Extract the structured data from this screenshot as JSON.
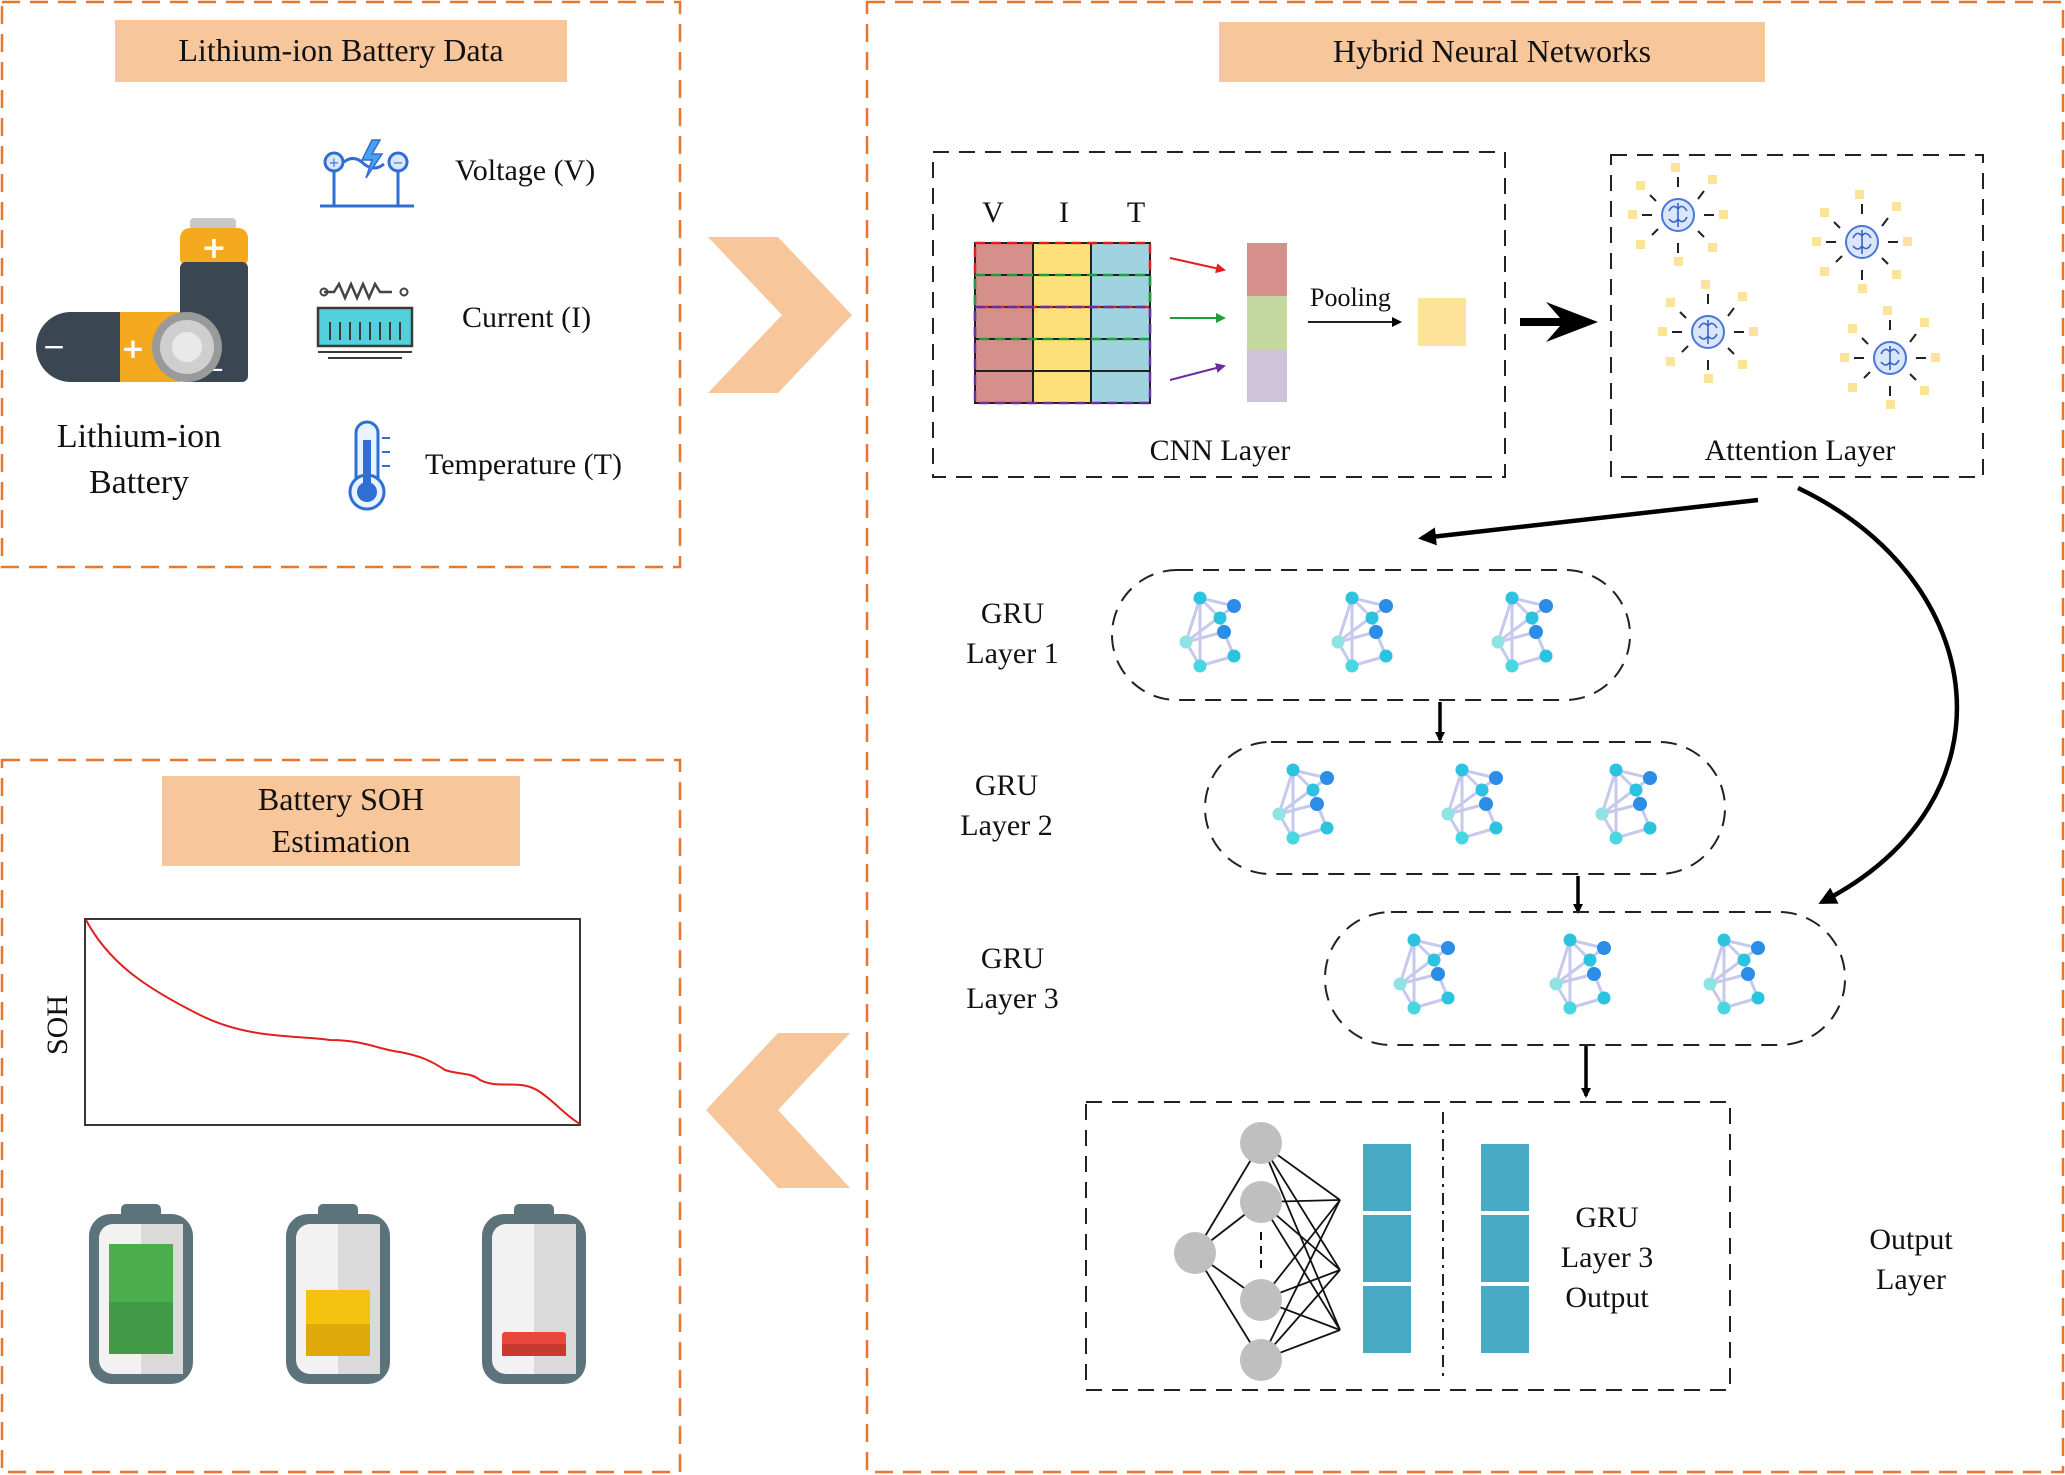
{
  "battery_data_panel": {
    "title": "Lithium-ion Battery Data",
    "battery_label_line1": "Lithium-ion",
    "battery_label_line2": "Battery",
    "inputs": {
      "voltage": "Voltage (V)",
      "current": "Current (I)",
      "temperature": "Temperature (T)"
    }
  },
  "network_panel": {
    "title": "Hybrid Neural Networks",
    "cnn": {
      "column_headers": [
        "V",
        "I",
        "T"
      ],
      "pooling_label": "Pooling",
      "caption": "CNN Layer"
    },
    "attention": {
      "caption": "Attention Layer"
    },
    "gru_layers": [
      {
        "line1": "GRU",
        "line2": "Layer 1"
      },
      {
        "line1": "GRU",
        "line2": "Layer 2"
      },
      {
        "line1": "GRU",
        "line2": "Layer 3"
      }
    ],
    "output": {
      "inner_line1": "GRU",
      "inner_line2": "Layer 3",
      "inner_line3": "Output",
      "side_line1": "Output",
      "side_line2": "Layer"
    }
  },
  "soh_panel": {
    "title_line1": "Battery SOH",
    "title_line2": "Estimation",
    "plot_ylabel": "SOH",
    "batteries": [
      "full-battery-icon",
      "half-battery-icon",
      "low-battery-icon"
    ]
  },
  "colors": {
    "panel_border": "#e8772e",
    "banner_fill": "#f8c69b",
    "chevron": "#f8c69b",
    "cnn_v": "#d6908c",
    "cnn_i": "#fde07a",
    "cnn_t": "#9fd3df",
    "soh_curve": "#e0201b",
    "output_bar": "#48a9c5"
  }
}
